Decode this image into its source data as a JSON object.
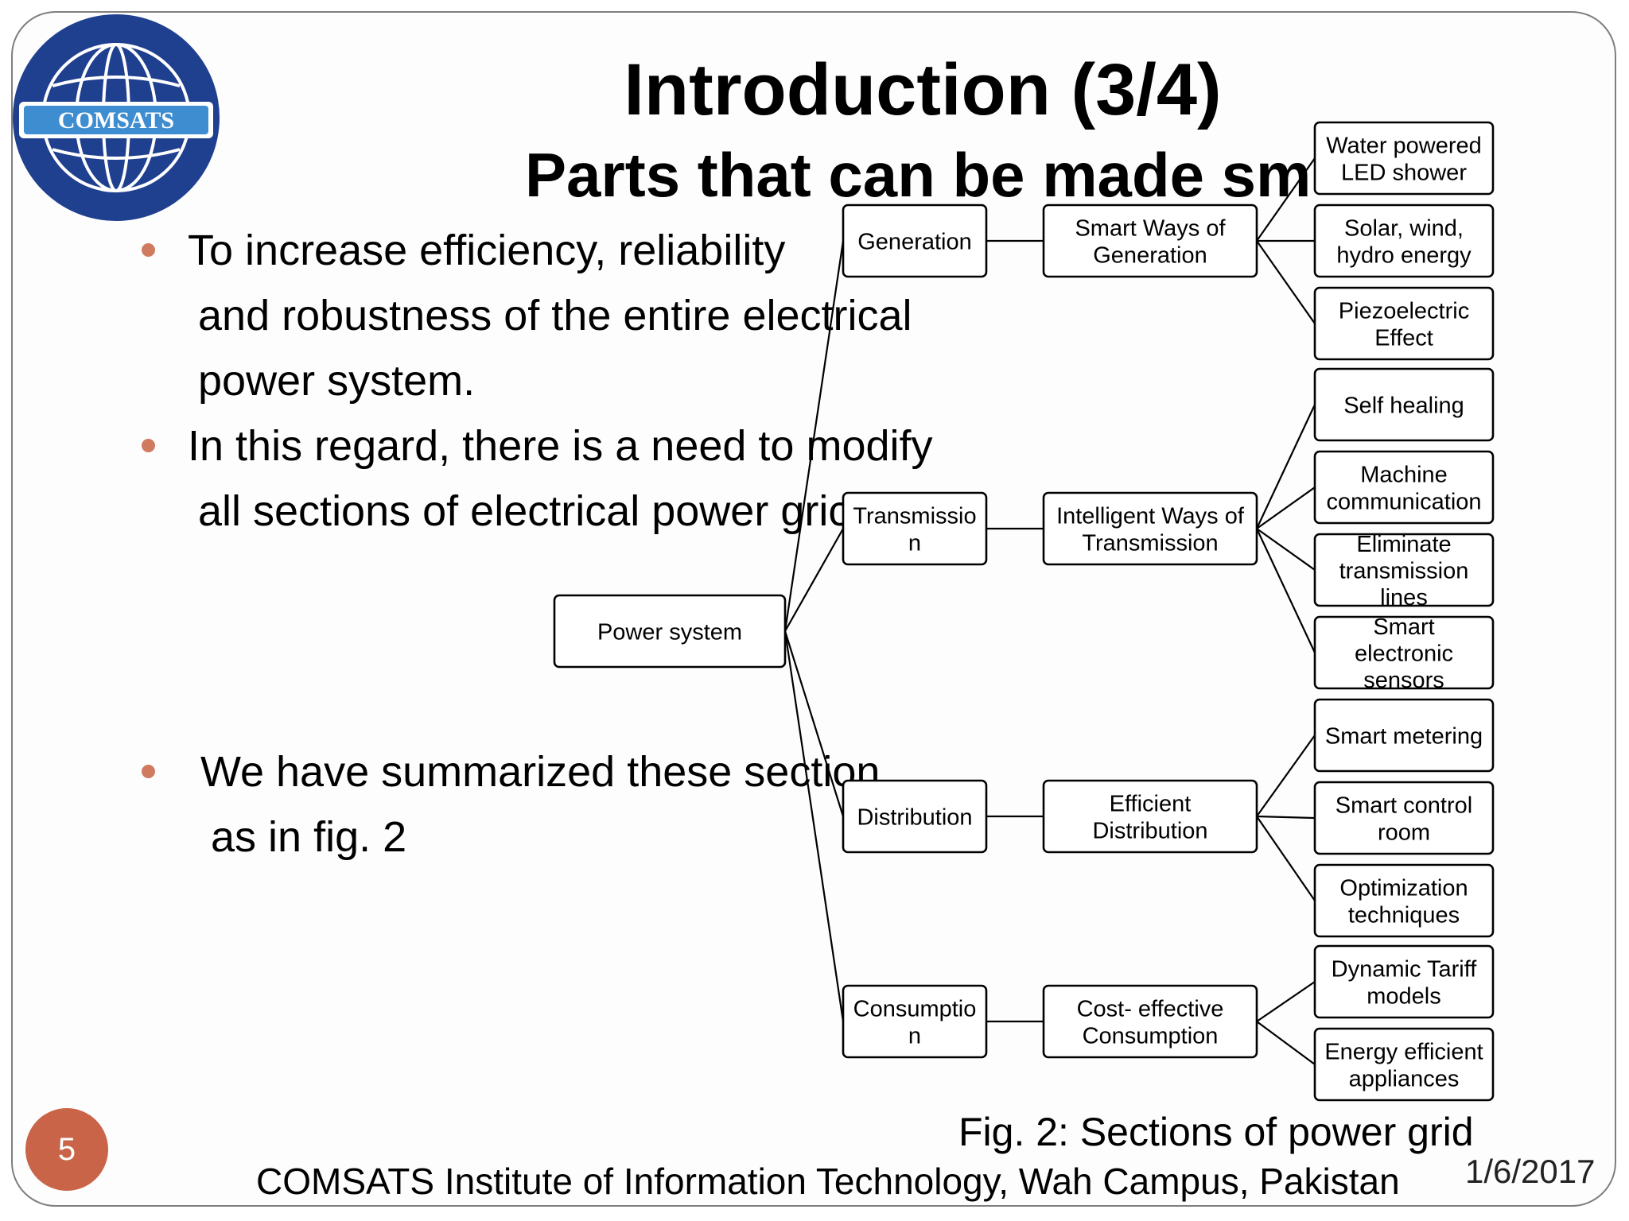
{
  "slide": {
    "title": "Introduction (3/4)",
    "subtitle": "Parts that can be made sm",
    "logo_text": "COMSATS",
    "bullets": [
      {
        "lines": [
          "To increase efficiency, reliability",
          "and robustness of the entire electrical",
          "power system."
        ]
      },
      {
        "lines": [
          "In this regard, there is a need to modify",
          "all sections of electrical power gric"
        ]
      },
      {
        "lines": [
          "We have summarized these section",
          "as in fig. 2"
        ]
      }
    ],
    "caption": "Fig. 2: Sections of power grid",
    "footer": "COMSATS  Institute of Information Technology, Wah Campus, Pakistan",
    "date": "1/6/2017",
    "page_number": "5"
  },
  "colors": {
    "bullet": "#d07a60",
    "page_badge": "#c96449",
    "logo_blue": "#1f3f8f",
    "logo_light": "#3e8dd1"
  },
  "diagram": {
    "root": {
      "lines": [
        "Power system"
      ]
    },
    "sections": [
      {
        "label": [
          "Generation"
        ],
        "way": [
          "Smart  Ways of",
          "Generation"
        ],
        "leaves": [
          [
            "Water powered",
            "LED shower"
          ],
          [
            "Solar, wind,",
            "hydro energy"
          ],
          [
            "Piezoelectric",
            "Effect"
          ]
        ]
      },
      {
        "label": [
          "Transmissio",
          "n"
        ],
        "way": [
          "Intelligent Ways of",
          "Transmission"
        ],
        "leaves": [
          [
            "Self healing"
          ],
          [
            "Machine",
            "communication"
          ],
          [
            "Eliminate",
            "transmission",
            "lines"
          ],
          [
            "Smart",
            "electronic",
            "sensors"
          ]
        ]
      },
      {
        "label": [
          "Distribution"
        ],
        "way": [
          "Efficient",
          "Distribution"
        ],
        "leaves": [
          [
            "Smart metering"
          ],
          [
            "Smart control",
            "room"
          ],
          [
            "Optimization",
            "techniques"
          ]
        ]
      },
      {
        "label": [
          "Consumptio",
          "n"
        ],
        "way": [
          "Cost- effective",
          "Consumption"
        ],
        "leaves": [
          [
            "Dynamic Tariff",
            "models"
          ],
          [
            "Energy efficient",
            "appliances"
          ]
        ]
      }
    ]
  }
}
